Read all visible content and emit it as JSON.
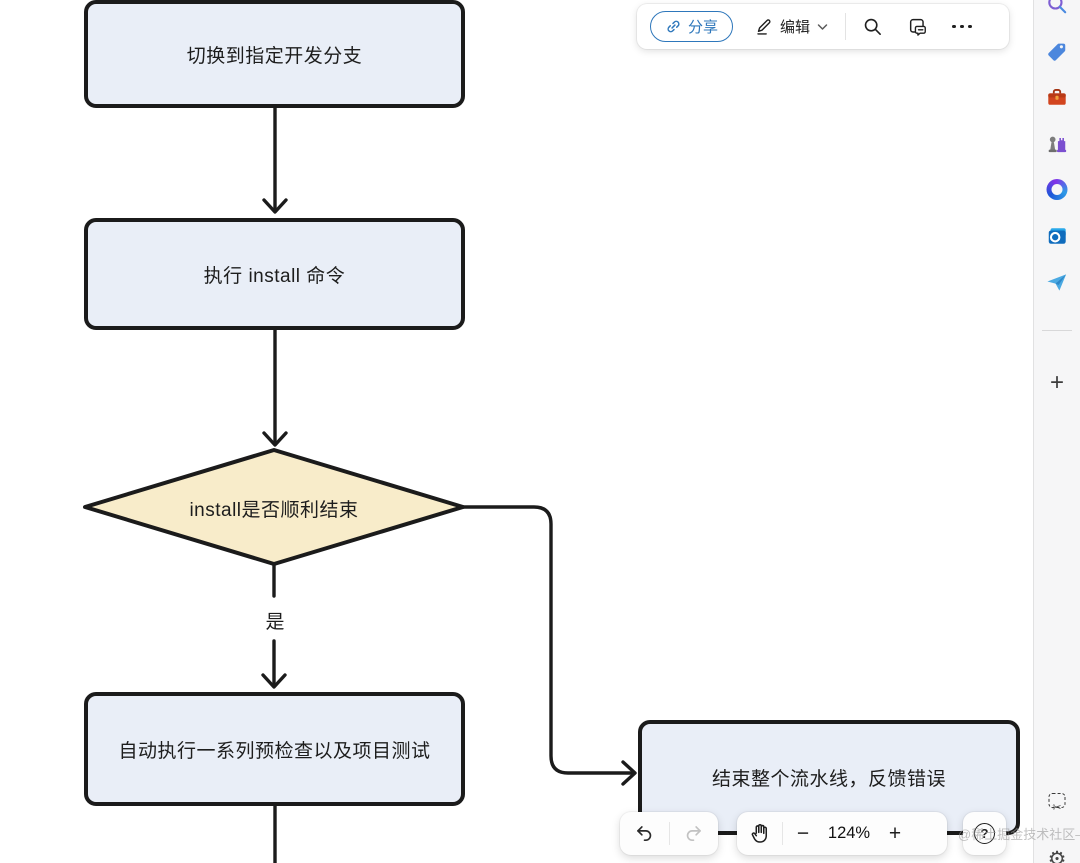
{
  "watermark": {
    "text": "@稀土掘金技术社区——"
  },
  "top_toolbar": {
    "share_label": "分享",
    "edit_label": "编辑"
  },
  "flowchart": {
    "yes_label": "是",
    "nodes": [
      {
        "id": "checkout",
        "type": "process",
        "label": "切换到指定开发分支"
      },
      {
        "id": "install",
        "type": "process",
        "label": "执行 install 命令"
      },
      {
        "id": "install-check",
        "type": "decision",
        "label": "install是否顺利结束"
      },
      {
        "id": "precheck-tests",
        "type": "process",
        "label": "自动执行一系列预检查以及项目测试"
      },
      {
        "id": "pipeline-fail",
        "type": "process",
        "label": "结束整个流水线，反馈错误"
      }
    ],
    "edges": [
      {
        "from": "checkout",
        "to": "install",
        "label": ""
      },
      {
        "from": "install",
        "to": "install-check",
        "label": ""
      },
      {
        "from": "install-check",
        "to": "precheck-tests",
        "label": "是"
      },
      {
        "from": "install-check",
        "to": "pipeline-fail",
        "label": ""
      }
    ],
    "style": {
      "process_fill": "#e9eef7",
      "decision_fill": "#f8ecca",
      "stroke": "#1b1b1b",
      "canvas_bg": "#ffffff",
      "accent_blue": "#2e77bb"
    }
  },
  "bottom_toolbar": {
    "zoom_level": "124%",
    "zoom_out_label": "−",
    "zoom_in_label": "+",
    "help_label": "?"
  },
  "sidebar": {
    "items": [
      {
        "name": "search"
      },
      {
        "name": "shopping"
      },
      {
        "name": "tools"
      },
      {
        "name": "games"
      },
      {
        "name": "microsoft365"
      },
      {
        "name": "outlook"
      },
      {
        "name": "messaging"
      },
      {
        "name": "add",
        "glyph": "+"
      },
      {
        "name": "screenshot",
        "glyph": "✂"
      },
      {
        "name": "settings",
        "glyph": "⚙"
      }
    ]
  }
}
